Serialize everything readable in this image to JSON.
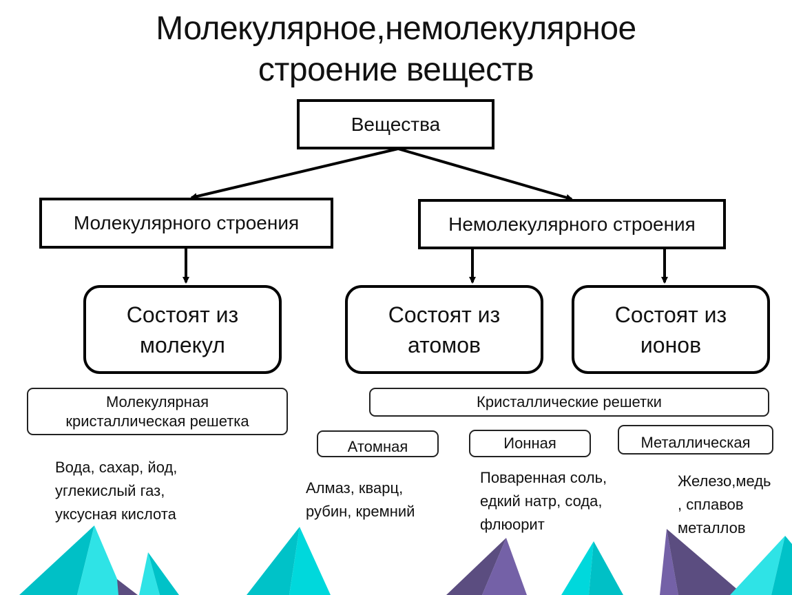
{
  "title": {
    "line1": "Молекулярное,немолекулярное",
    "line2": "строение веществ"
  },
  "root": {
    "label": "Вещества"
  },
  "branches": {
    "molecular": {
      "label": "Молекулярного строения"
    },
    "nonmolecular": {
      "label": "Немолекулярного строения"
    }
  },
  "composition": {
    "molecules": {
      "line1": "Состоят из",
      "line2": "молекул"
    },
    "atoms": {
      "line1": "Состоят из",
      "line2": "атомов"
    },
    "ions": {
      "line1": "Состоят из",
      "line2": "ионов"
    }
  },
  "lattices": {
    "molecular_lattice": {
      "line1": "Молекулярная",
      "line2": "кристаллическая решетка"
    },
    "crystal_lattices": {
      "label": "Кристаллические решетки"
    },
    "atomic": {
      "label": "Атомная"
    },
    "ionic": {
      "label": "Ионная"
    },
    "metallic": {
      "label": "Металлическая"
    }
  },
  "examples": {
    "molecular": [
      "Вода, сахар, йод,",
      "углекислый газ,",
      "уксусная кислота"
    ],
    "atomic": [
      "Алмаз, кварц,",
      "рубин, кремний"
    ],
    "ionic": [
      "Поваренная соль,",
      "едкий натр, сода,",
      "флюорит"
    ],
    "metallic": [
      "Железо,медь",
      ", сплавов",
      "металлов"
    ]
  },
  "colors": {
    "cyan_light": "#2fe3e6",
    "cyan_dark": "#00c2c8",
    "purple_light": "#7461a7",
    "purple_dark": "#5b4d80"
  }
}
